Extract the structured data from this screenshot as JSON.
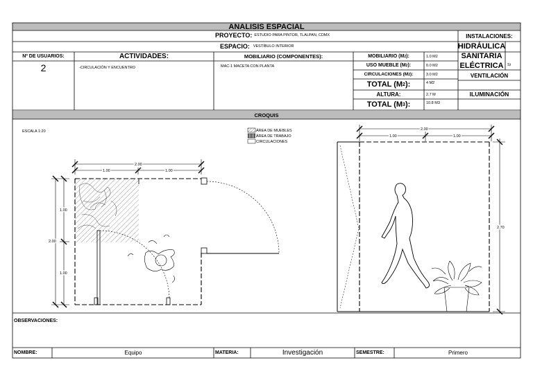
{
  "title": "ANALISIS ESPACIAL",
  "proyecto": {
    "label": "PROYECTO:",
    "value": "ESTUDIO PARA PINTOR, TLALPAN, CDMX"
  },
  "espacio": {
    "label": "ESPACIO:",
    "value": "VESTÍBULO INTERIOR"
  },
  "headers": {
    "usuarios": "Nº DE USUARIOS:",
    "actividades": "ACTIVIDADES:",
    "mobiliario": "MOBILIARIO (COMPONENTES):"
  },
  "usuarios_value": "2",
  "actividades_value": "-CIRCULACIÓN Y ENCUENTRO",
  "mobiliario_value": "MAC-1  MACETA CON PLANTA",
  "metrics": {
    "mobiliario_label": "MOBILIARIO (M",
    "mobiliario_value": "1.0 M2",
    "uso_label": "USO MUEBLE (M",
    "uso_value": "0.0 M2",
    "circ_label": "CIRCULACIONES (M",
    "circ_value": "3.0 M2",
    "total_label": "TOTAL (M",
    "total_value": "4 M2",
    "altura_label": "ALTURA:",
    "altura_value": "2.7 M",
    "total3_label": "TOTAL (M",
    "total3_value": "10.8 M3",
    "sup2": "2",
    "sup3": "3",
    "close": "):"
  },
  "instalaciones": {
    "title": "INSTALACIONES:",
    "hidraulica": "HIDRÁULICA",
    "sanitaria": "SANITARIA",
    "electrica": "ELÉCTRICA",
    "electrica_value": "Si",
    "ventilacion": "VENTILACIÓN",
    "iluminacion": "ILUMINACIÓN"
  },
  "croquis": {
    "title": "CROQUIS",
    "escala": "ESCALA 1:20",
    "legend": [
      "ÁREA DE MUEBLES",
      "ÁREA DE TRABAJO",
      "CIRCULACIONES"
    ],
    "plan_dims": {
      "total_w": "2.00",
      "half_a": "1.00",
      "half_b": "1.00",
      "total_h": "2.00",
      "half_top": "1.00",
      "half_bottom": "1.00"
    },
    "elev_dims": {
      "total_w": "2.00",
      "half_a": "1.00",
      "half_b": "1.00",
      "height": "2.70"
    }
  },
  "observaciones": "OBSERVACIONES:",
  "footer": {
    "nombre_label": "NOMBRE:",
    "nombre_value": "Equipo",
    "materia_label": "MATERIA:",
    "materia_value": "Investigación",
    "semestre_label": "SEMESTRE:",
    "semestre_value": "Primero"
  },
  "colors": {
    "header_gray": "#bcbcbc",
    "line": "#000000"
  }
}
